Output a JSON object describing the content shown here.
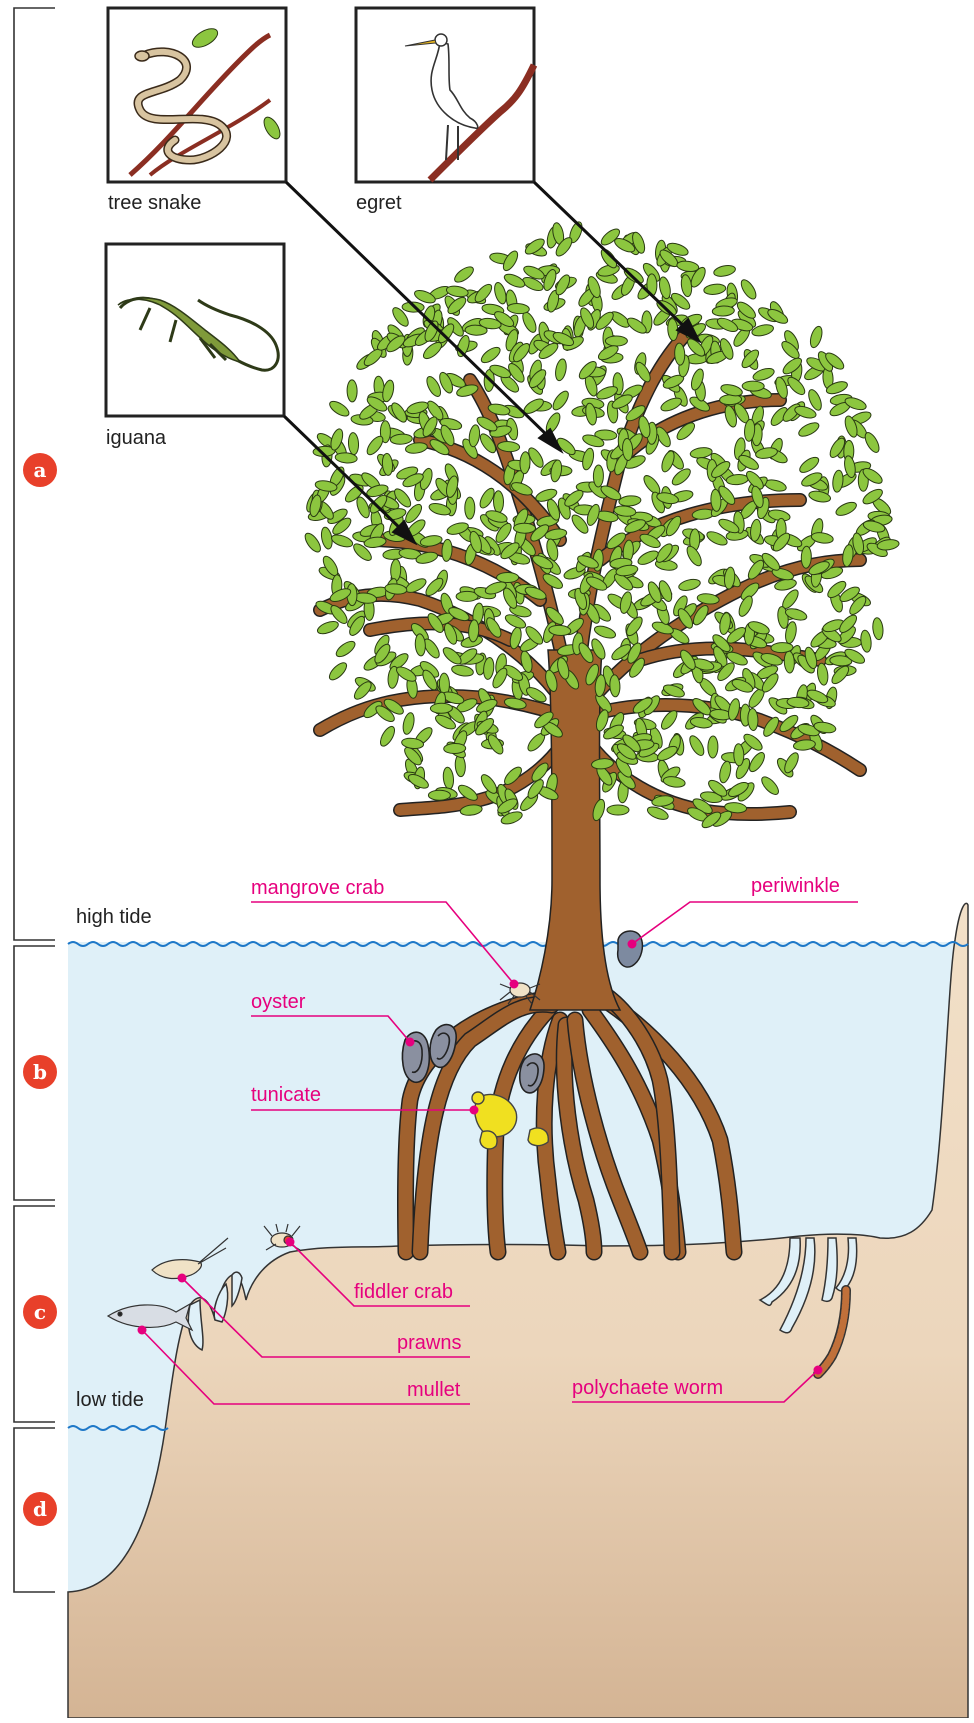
{
  "colors": {
    "water": "#dff0f8",
    "wave": "#1e78c8",
    "sand_top": "#f2e0c8",
    "sand_bottom": "#d4b494",
    "trunk": "#a0612e",
    "leaf": "#8cc63f",
    "leaf_outline": "#2a3a12",
    "label_pink": "#e6007e",
    "badge_red": "#e8402a",
    "bracket": "#333333"
  },
  "zones": {
    "a": "a",
    "b": "b",
    "c": "c",
    "d": "d"
  },
  "tides": {
    "high": "high tide",
    "low": "low tide"
  },
  "insets": {
    "tree_snake": "tree snake",
    "egret": "egret",
    "iguana": "iguana"
  },
  "organisms": {
    "mangrove_crab": "mangrove crab",
    "periwinkle": "periwinkle",
    "oyster": "oyster",
    "tunicate": "tunicate",
    "fiddler_crab": "fiddler crab",
    "prawns": "prawns",
    "mullet": "mullet",
    "polychaete_worm": "polychaete worm"
  }
}
